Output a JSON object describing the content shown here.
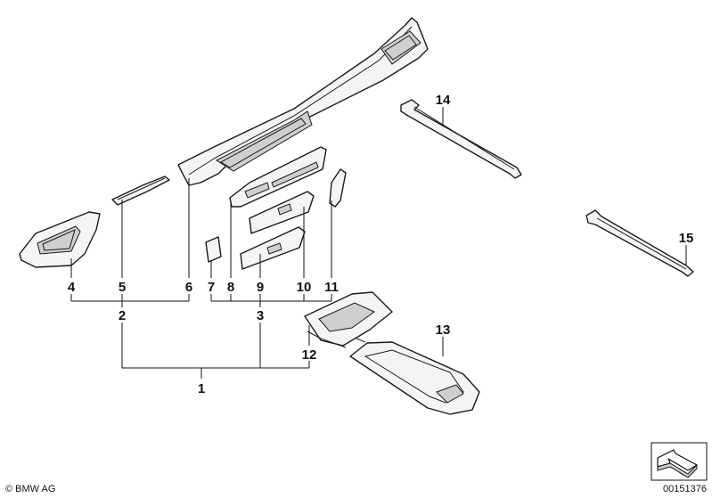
{
  "part_labels": {
    "p1": "1",
    "p2": "2",
    "p3": "3",
    "p4": "4",
    "p5": "5",
    "p6": "6",
    "p7": "7",
    "p8": "8",
    "p9": "9",
    "p10": "10",
    "p11": "11",
    "p12": "12",
    "p13": "13",
    "p14": "14",
    "p15": "15"
  },
  "footer": {
    "copyright": "© BMW AG",
    "diagram_number": "00151376"
  }
}
